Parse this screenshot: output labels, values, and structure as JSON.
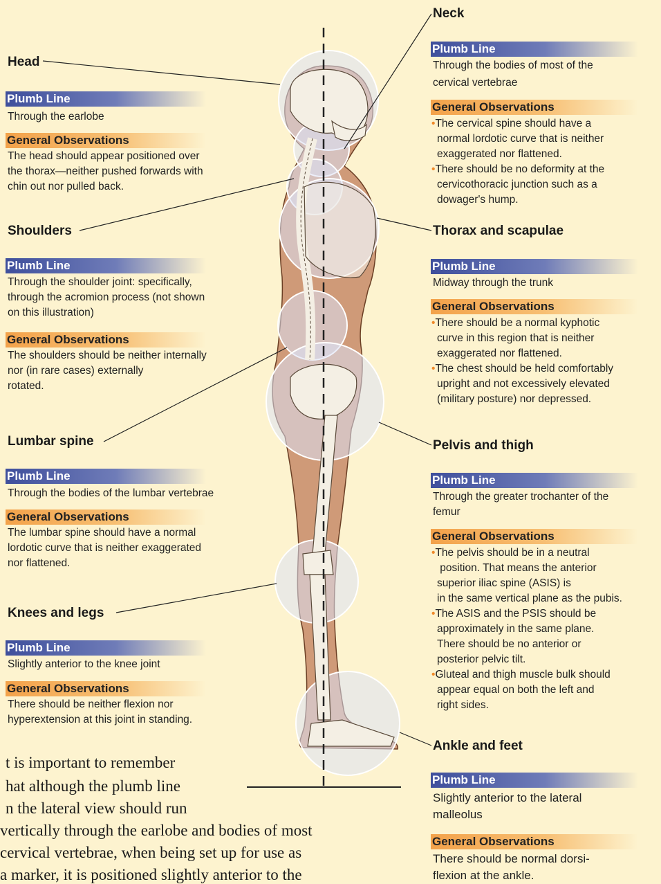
{
  "labels": {
    "plumb_line": "Plumb Line",
    "general_observations": "General Observations"
  },
  "left": {
    "head": {
      "title": "Head",
      "plumb": "Through the earlobe",
      "obs": [
        "The head should appear positioned over",
        "the thorax—neither pushed forwards with",
        "chin out nor pulled back."
      ]
    },
    "shoulders": {
      "title": "Shoulders",
      "plumb": [
        "Through the shoulder joint: specifically,",
        "through the acromion process (not shown",
        "on this illustration)"
      ],
      "obs": [
        "The shoulders should be neither internally",
        "nor (in rare cases) externally",
        "rotated."
      ]
    },
    "lumbar": {
      "title": "Lumbar spine",
      "plumb": "Through the bodies of the lumbar vertebrae",
      "obs": [
        "The lumbar spine should have a normal",
        "lordotic curve that is neither exaggerated",
        "nor flattened."
      ]
    },
    "knees": {
      "title": "Knees and legs",
      "plumb": "Slightly anterior to the knee joint",
      "obs": [
        "There should be neither flexion nor",
        "hyperextension at this joint in standing."
      ]
    }
  },
  "right": {
    "neck": {
      "title": "Neck",
      "plumb": [
        "Through the bodies of most of the",
        "cervical vertebrae"
      ],
      "obs": [
        [
          "•The cervical spine should have a",
          "normal lordotic curve that is neither",
          "exaggerated nor flattened."
        ],
        [
          "•There should be no deformity at the",
          "cervicothoracic junction such as a",
          "dowager's hump."
        ]
      ]
    },
    "thorax": {
      "title": "Thorax and scapulae",
      "plumb": "Midway through the trunk",
      "obs": [
        [
          "•There should be a normal kyphotic",
          "curve in this region that is neither",
          "exaggerated nor flattened."
        ],
        [
          "•The chest should be held comfortably",
          "upright and not excessively elevated",
          "(military posture) nor depressed."
        ]
      ]
    },
    "pelvis": {
      "title": "Pelvis and thigh",
      "plumb": [
        "Through the greater trochanter of the",
        "femur"
      ],
      "obs": [
        [
          "•The pelvis should be in a neutral",
          " position. That means the anterior",
          "superior iliac spine (ASIS) is",
          "in the same vertical plane as the pubis."
        ],
        [
          "•The ASIS and the PSIS should be",
          "approximately in the same plane.",
          "There should be no anterior or",
          "posterior pelvic tilt."
        ],
        [
          "•Gluteal and thigh muscle bulk should",
          "appear equal on both the left and",
          "right sides."
        ]
      ]
    },
    "ankle": {
      "title": "Ankle and feet",
      "plumb": [
        "Slightly anterior to the lateral",
        "malleolus"
      ],
      "obs": [
        "There should be normal dorsi-",
        "flexion at the ankle."
      ]
    }
  },
  "body_text": [
    "t is important to remember",
    "hat although the plumb line",
    "n the lateral view should run",
    "vertically through the earlobe and bodies of most",
    "cervical vertebrae, when being set up for use as",
    "a marker, it is positioned slightly anterior to the"
  ]
}
